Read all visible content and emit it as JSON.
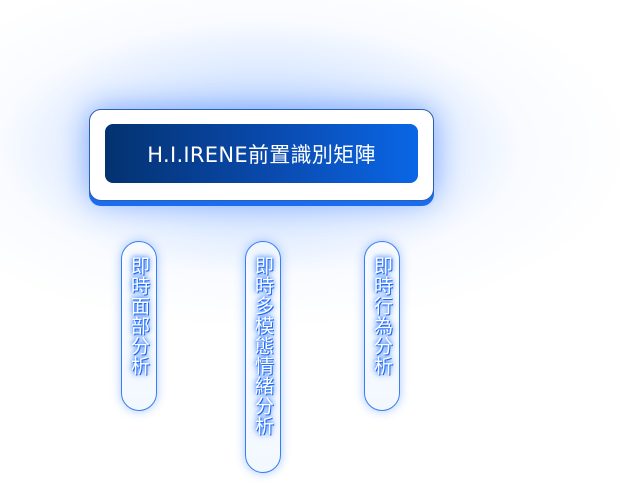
{
  "title": "H.I.IRENE前置識別矩陣",
  "branches": [
    {
      "label": "即時面部分析"
    },
    {
      "label": "即時多模態情緒分析"
    },
    {
      "label": "即時行為分析"
    }
  ],
  "colors": {
    "accent": "#1a6cf0",
    "dark": "#033270"
  }
}
